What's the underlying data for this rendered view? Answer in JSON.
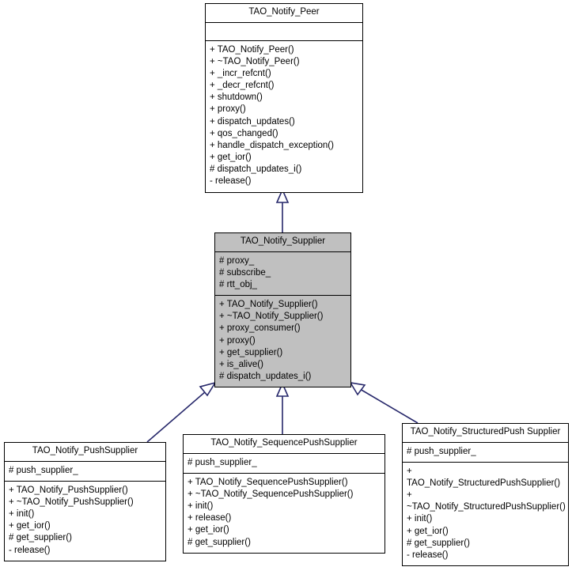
{
  "diagram": {
    "type": "uml-class-diagram",
    "title": "TAO_Notify_Supplier inheritance diagram",
    "edge_color": "#27286b",
    "highlight_fill": "#c0c0c0",
    "box_fill": "#ffffff",
    "border_color": "#000000"
  },
  "classes": [
    {
      "id": "peer",
      "name": "TAO_Notify_Peer",
      "highlighted": false,
      "attributes": [],
      "operations": [
        "+ TAO_Notify_Peer()",
        "+ ~TAO_Notify_Peer()",
        "+ _incr_refcnt()",
        "+ _decr_refcnt()",
        "+ shutdown()",
        "+ proxy()",
        "+ dispatch_updates()",
        "+ qos_changed()",
        "+ handle_dispatch_exception()",
        "+ get_ior()",
        "# dispatch_updates_i()",
        "- release()"
      ]
    },
    {
      "id": "supplier",
      "name": "TAO_Notify_Supplier",
      "highlighted": true,
      "attributes": [
        "# proxy_",
        "# subscribe_",
        "# rtt_obj_"
      ],
      "operations": [
        "+ TAO_Notify_Supplier()",
        "+ ~TAO_Notify_Supplier()",
        "+ proxy_consumer()",
        "+ proxy()",
        "+ get_supplier()",
        "+ is_alive()",
        "# dispatch_updates_i()"
      ]
    },
    {
      "id": "push",
      "name": "TAO_Notify_PushSupplier",
      "highlighted": false,
      "attributes": [
        "# push_supplier_"
      ],
      "operations": [
        "+ TAO_Notify_PushSupplier()",
        "+ ~TAO_Notify_PushSupplier()",
        "+ init()",
        "+ get_ior()",
        "# get_supplier()",
        "- release()"
      ]
    },
    {
      "id": "seqpush",
      "name": "TAO_Notify_SequencePushSupplier",
      "highlighted": false,
      "attributes": [
        "# push_supplier_"
      ],
      "operations": [
        "+ TAO_Notify_SequencePushSupplier()",
        "+ ~TAO_Notify_SequencePushSupplier()",
        "+ init()",
        "+ release()",
        "+ get_ior()",
        "# get_supplier()"
      ]
    },
    {
      "id": "structpush",
      "name": "TAO_Notify_StructuredPush Supplier",
      "highlighted": false,
      "attributes": [
        "# push_supplier_"
      ],
      "operations": [
        "+ TAO_Notify_StructuredPushSupplier()",
        "+ ~TAO_Notify_StructuredPushSupplier()",
        "+ init()",
        "+ get_ior()",
        "# get_supplier()",
        "- release()"
      ]
    }
  ],
  "edges": [
    {
      "from": "supplier",
      "to": "peer",
      "kind": "generalization"
    },
    {
      "from": "push",
      "to": "supplier",
      "kind": "generalization"
    },
    {
      "from": "seqpush",
      "to": "supplier",
      "kind": "generalization"
    },
    {
      "from": "structpush",
      "to": "supplier",
      "kind": "generalization"
    }
  ]
}
